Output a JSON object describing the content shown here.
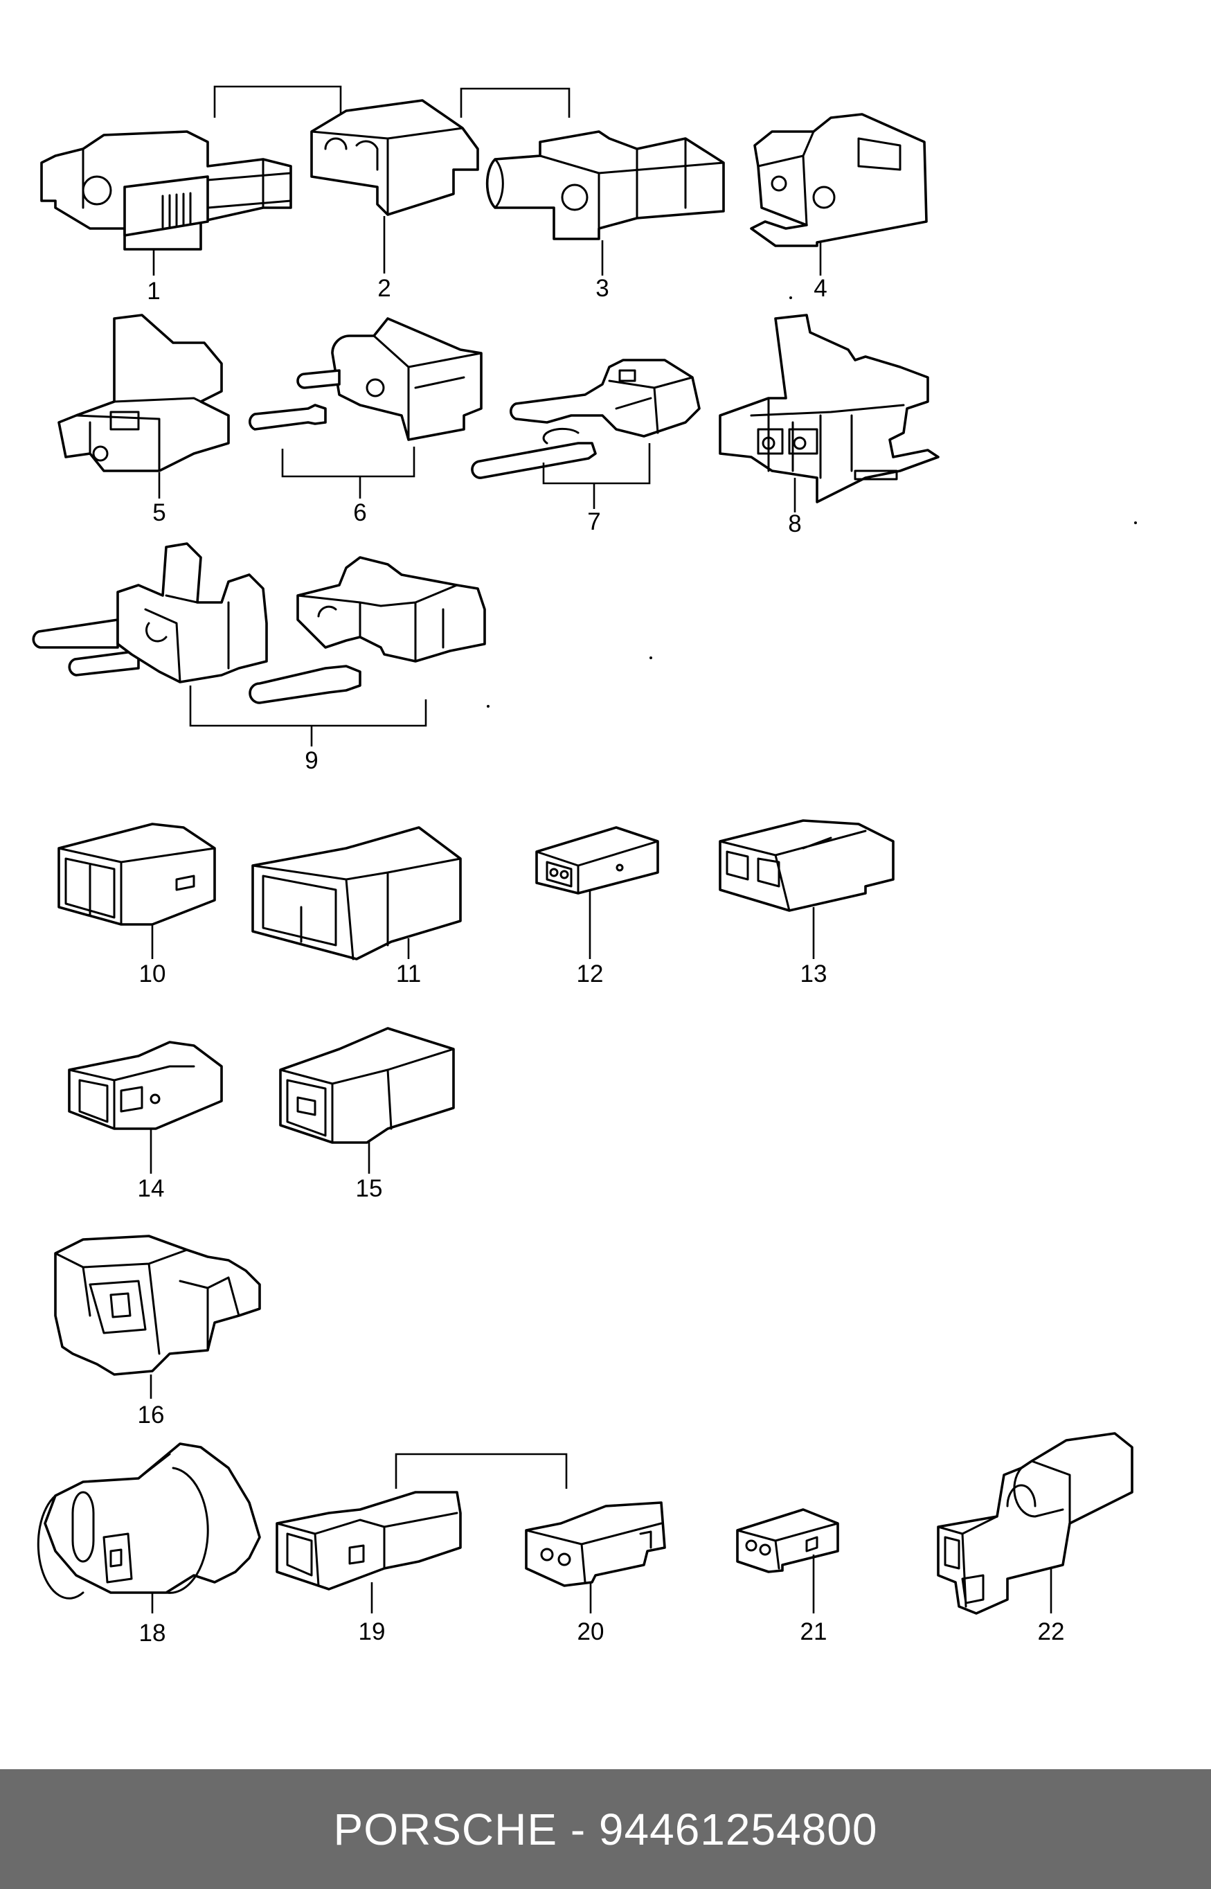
{
  "parts": [
    {
      "id": "1",
      "label": "1"
    },
    {
      "id": "2",
      "label": "2"
    },
    {
      "id": "3",
      "label": "3"
    },
    {
      "id": "4",
      "label": "4"
    },
    {
      "id": "5",
      "label": "5"
    },
    {
      "id": "6",
      "label": "6"
    },
    {
      "id": "7",
      "label": "7"
    },
    {
      "id": "8",
      "label": "8"
    },
    {
      "id": "9",
      "label": "9"
    },
    {
      "id": "10",
      "label": "10"
    },
    {
      "id": "11",
      "label": "11"
    },
    {
      "id": "12",
      "label": "12"
    },
    {
      "id": "13",
      "label": "13"
    },
    {
      "id": "14",
      "label": "14"
    },
    {
      "id": "15",
      "label": "15"
    },
    {
      "id": "16",
      "label": "16"
    },
    {
      "id": "18",
      "label": "18"
    },
    {
      "id": "19",
      "label": "19"
    },
    {
      "id": "20",
      "label": "20"
    },
    {
      "id": "21",
      "label": "21"
    },
    {
      "id": "22",
      "label": "22"
    }
  ],
  "footer": {
    "text": "PORSCHE - 94461254800",
    "background_color": "#6b6b6b",
    "text_color": "#ffffff"
  }
}
